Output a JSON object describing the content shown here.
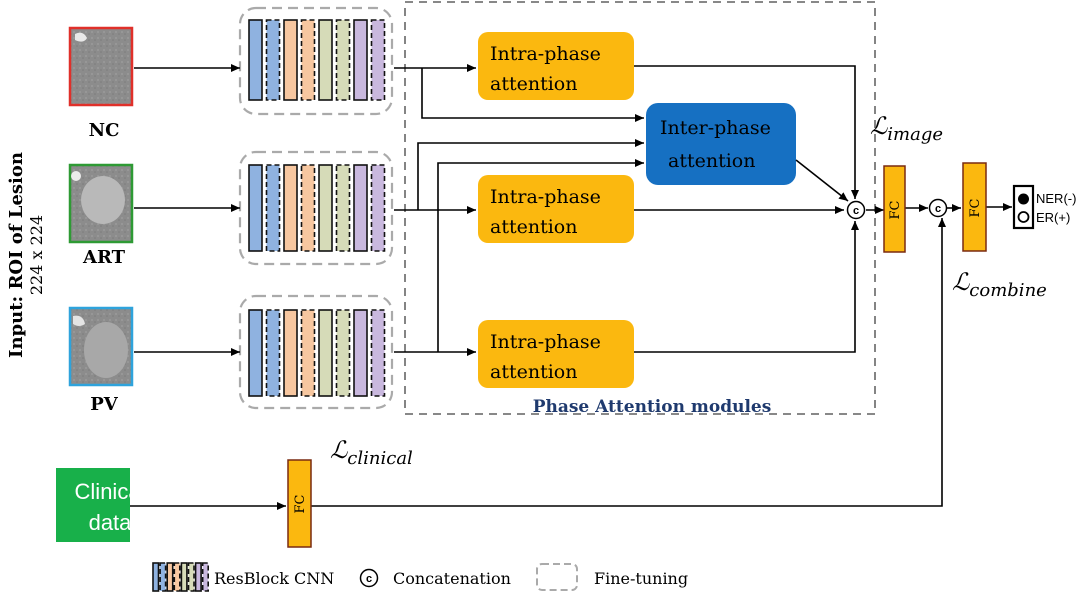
{
  "input": {
    "title": "Input: ROI of Lesion",
    "size": "224 x 224"
  },
  "phases": [
    {
      "label": "NC",
      "border_color": "#e0302a"
    },
    {
      "label": "ART",
      "border_color": "#2e9a34"
    },
    {
      "label": "PV",
      "border_color": "#2ea3dc"
    }
  ],
  "modules": {
    "intra_1": [
      "Intra-phase",
      "attention"
    ],
    "inter": [
      "Inter-phase",
      "attention"
    ],
    "intra_2": [
      "Intra-phase",
      "attention"
    ],
    "intra_3": [
      "Intra-phase",
      "attention"
    ],
    "group_label": "Phase Attention modules"
  },
  "fc_label": "FC",
  "losses": {
    "image": "image",
    "combine": "combine",
    "clinical": "clinical",
    "symbol": "ℒ"
  },
  "clinical_data": [
    "Clinical",
    "data"
  ],
  "outputs": {
    "ner": "NER(-)",
    "er": "ER(+)"
  },
  "concat_symbol": "c",
  "legend": {
    "resblock": "ResBlock CNN",
    "concat": "Concatenation",
    "finetune": "Fine-tuning"
  },
  "colors": {
    "intra": "#fbb80f",
    "inter": "#1670c2",
    "fc": "#fbb80f",
    "clinical": "#18b04a",
    "resblock": [
      "#8fb2e0",
      "#f7c7a0",
      "#d6dbb8",
      "#c9b8de"
    ],
    "group_label": "#1f3a6e"
  }
}
